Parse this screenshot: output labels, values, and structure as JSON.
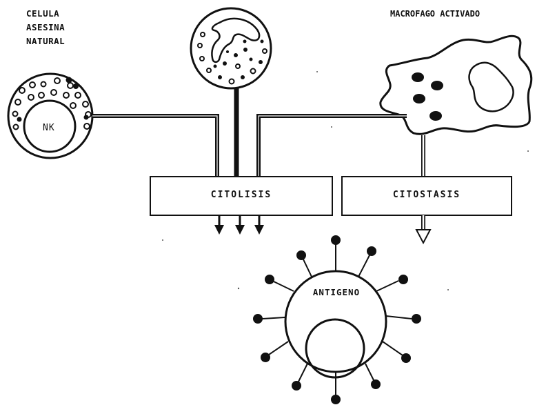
{
  "labels": {
    "nk_title_line1": "CELULA",
    "nk_title_line2": "ASESINA",
    "nk_title_line3": "NATURAL",
    "nk_cell": "NK",
    "macrophage_title": "MACROFAGO ACTIVADO",
    "cytolysis": "CITOLISIS",
    "cytostasis": "CITOSTASIS",
    "antigen": "ANTIGENO"
  },
  "colors": {
    "ink": "#111111",
    "background": "#ffffff"
  }
}
